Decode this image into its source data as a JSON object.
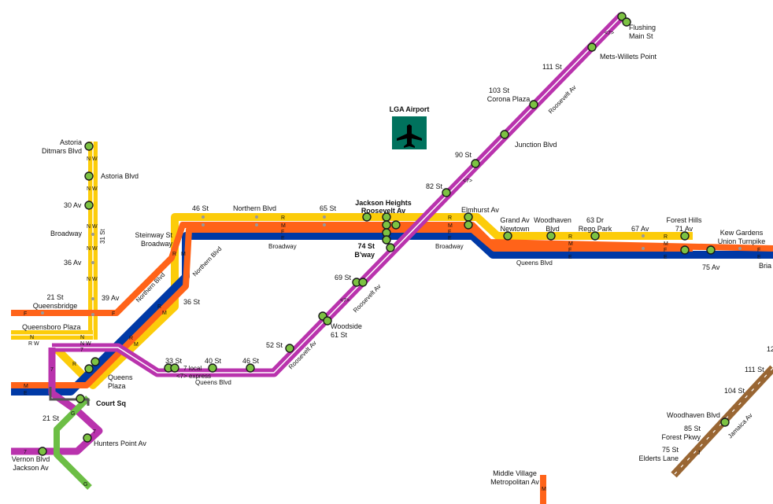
{
  "colors": {
    "flushing_7": "#b933ad",
    "queens_blvd_ef": "#0039a6",
    "queens_blvd_fm": "#ff6319",
    "astoria_nw": "#fccc0a",
    "crosstown_g": "#6cbe45",
    "jamaica_jz": "#996633",
    "court_sq_transfer": "#555555",
    "station_fill": "#7cc242",
    "airport_badge": "#00725d"
  },
  "airport": {
    "label": "LGA Airport",
    "icon": "airplane-icon"
  },
  "stations": [
    {
      "id": "flushing",
      "lines": [
        "Flushing",
        "Main St"
      ]
    },
    {
      "id": "mets-willets",
      "lines": [
        "Mets-Willets Point"
      ]
    },
    {
      "id": "111st-7",
      "lines": [
        "111 St"
      ]
    },
    {
      "id": "103st",
      "lines": [
        "103 St",
        "Corona Plaza"
      ]
    },
    {
      "id": "junction",
      "lines": [
        "Junction Blvd"
      ]
    },
    {
      "id": "90st",
      "lines": [
        "90 St"
      ]
    },
    {
      "id": "82st",
      "lines": [
        "82 St"
      ]
    },
    {
      "id": "jackson-heights",
      "lines": [
        "Jackson Heights",
        "Roosevelt Av"
      ],
      "bold": true
    },
    {
      "id": "74st",
      "lines": [
        "74 St",
        "B'way"
      ],
      "bold": true
    },
    {
      "id": "69st",
      "lines": [
        "69 St"
      ]
    },
    {
      "id": "woodside",
      "lines": [
        "Woodside",
        "61 St"
      ]
    },
    {
      "id": "52st",
      "lines": [
        "52 St"
      ]
    },
    {
      "id": "46st-7",
      "lines": [
        "46 St"
      ]
    },
    {
      "id": "40st",
      "lines": [
        "40 St"
      ]
    },
    {
      "id": "33st",
      "lines": [
        "33 St"
      ]
    },
    {
      "id": "elmhurst",
      "lines": [
        "Elmhurst Av"
      ]
    },
    {
      "id": "grand-av",
      "lines": [
        "Grand Av",
        "Newtown"
      ]
    },
    {
      "id": "woodhaven-qb",
      "lines": [
        "Woodhaven",
        "Blvd"
      ]
    },
    {
      "id": "63dr",
      "lines": [
        "63 Dr",
        "Rego Park"
      ]
    },
    {
      "id": "67av",
      "lines": [
        "67 Av"
      ]
    },
    {
      "id": "forest-hills",
      "lines": [
        "Forest Hills",
        "71 Av"
      ]
    },
    {
      "id": "kew-gardens",
      "lines": [
        "Kew Gardens",
        "Union Turnpike"
      ]
    },
    {
      "id": "75av",
      "lines": [
        "75 Av"
      ]
    },
    {
      "id": "briarwood",
      "lines": [
        "Bria"
      ]
    },
    {
      "id": "46st-r",
      "lines": [
        "46 St"
      ]
    },
    {
      "id": "northern-blvd-st",
      "lines": [
        "Northern Blvd"
      ]
    },
    {
      "id": "65st",
      "lines": [
        "65 St"
      ]
    },
    {
      "id": "steinway",
      "lines": [
        "Steinway St",
        "Broadway"
      ]
    },
    {
      "id": "36st",
      "lines": [
        "36 St"
      ]
    },
    {
      "id": "ditmars",
      "lines": [
        "Astoria",
        "Ditmars Blvd"
      ]
    },
    {
      "id": "astoria-blvd",
      "lines": [
        "Astoria Blvd"
      ]
    },
    {
      "id": "30av",
      "lines": [
        "30 Av"
      ]
    },
    {
      "id": "broadway-nw",
      "lines": [
        "Broadway"
      ]
    },
    {
      "id": "36av",
      "lines": [
        "36 Av"
      ]
    },
    {
      "id": "39av",
      "lines": [
        "39 Av"
      ]
    },
    {
      "id": "21st-queensbridge",
      "lines": [
        "21 St",
        "Queensbridge"
      ]
    },
    {
      "id": "queensboro-plaza",
      "lines": [
        "Queensboro Plaza"
      ]
    },
    {
      "id": "queens-plaza",
      "lines": [
        "Queens",
        "Plaza"
      ]
    },
    {
      "id": "court-sq",
      "lines": [
        "Court Sq"
      ],
      "bold": true
    },
    {
      "id": "21st-g",
      "lines": [
        "21 St"
      ]
    },
    {
      "id": "hunters-point",
      "lines": [
        "Hunters Point Av"
      ]
    },
    {
      "id": "vernon",
      "lines": [
        "Vernon Blvd",
        "Jackson Av"
      ]
    },
    {
      "id": "middle-village",
      "lines": [
        "Middle Village",
        "Metropolitan Av"
      ]
    },
    {
      "id": "woodhaven-j",
      "lines": [
        "Woodhaven Blvd"
      ]
    },
    {
      "id": "85st",
      "lines": [
        "85 St",
        "Forest Pkwy"
      ]
    },
    {
      "id": "75st",
      "lines": [
        "75 St",
        "Elderts Lane"
      ]
    },
    {
      "id": "104st",
      "lines": [
        "104 St"
      ]
    },
    {
      "id": "111st-j",
      "lines": [
        "111 St"
      ]
    },
    {
      "id": "12x",
      "lines": [
        "12"
      ]
    }
  ],
  "streets": {
    "roosevelt_1": "Roosevelt Av",
    "roosevelt_2": "Roosevelt Av",
    "roosevelt_3": "Roosevelt Av",
    "roosevelt_4": "Roosevelt Av",
    "northern_diag": "Northern Blvd",
    "northern_diag2": "Northern Blvd",
    "broadway_1": "Broadway",
    "broadway_2": "Broadway",
    "queens_blvd_1": "Queens Blvd",
    "queens_blvd_2": "Queens Blvd",
    "thirtyfirst": "31 St",
    "jamaica": "Jamaica Av",
    "seven_local": "7 local",
    "seven_express": "<7> express"
  },
  "service_tags": {
    "seven": "7",
    "seven_exp": "<7>",
    "n": "N",
    "w": "N W",
    "r": "R",
    "m": "M",
    "f": "F",
    "e": "E",
    "g": "G",
    "j": "J",
    "rw": "R W",
    "nw": "N W"
  }
}
